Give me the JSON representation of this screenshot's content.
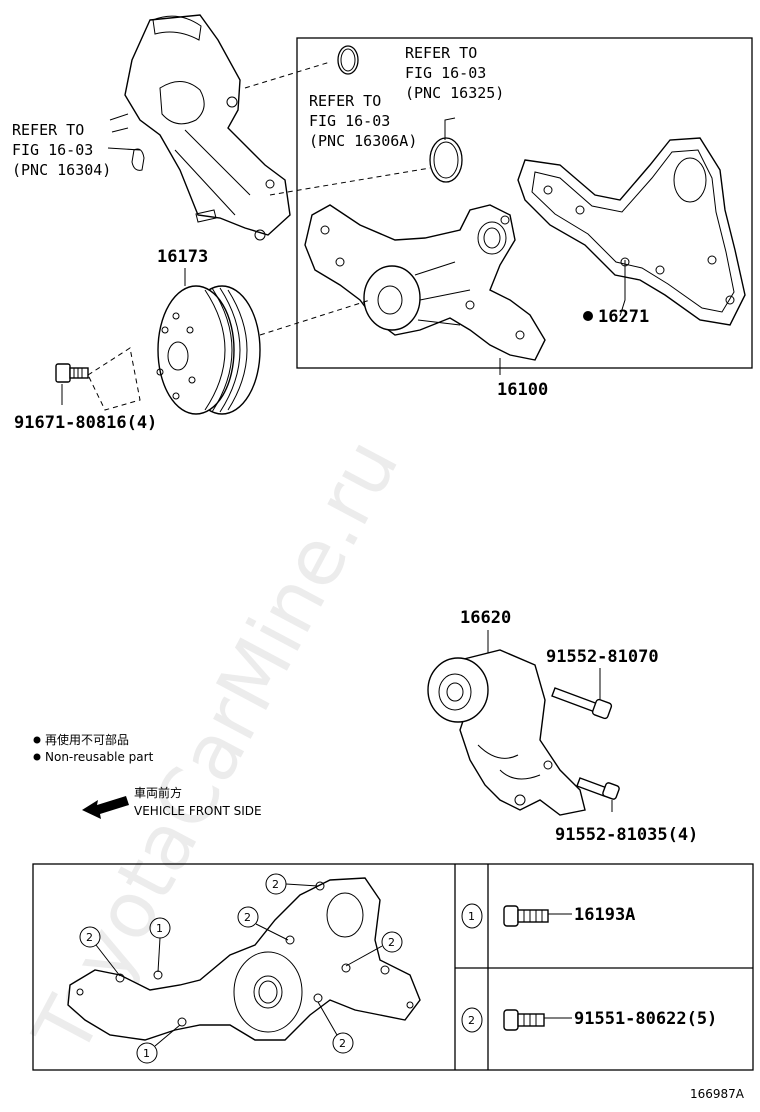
{
  "refer_1": [
    "REFER TO",
    "FIG 16-03",
    "(PNC 16304)"
  ],
  "refer_2": [
    "REFER TO",
    "FIG 16-03",
    "(PNC 16306A)"
  ],
  "refer_3": [
    "REFER TO",
    "FIG 16-03",
    "(PNC 16325)"
  ],
  "parts": {
    "pulley": "16173",
    "pulley_bolt": "91671-80816(4)",
    "pump_assy": "16100",
    "gasket": "16271",
    "tensioner": "16620",
    "tensioner_bolt_1": "91552-81070",
    "tensioner_bolt_2": "91552-81035(4)",
    "bolt_1": "16193A",
    "bolt_2": "91551-80622(5)"
  },
  "legend": {
    "jp": "再使用不可部品",
    "en": "Non-reusable part"
  },
  "front": {
    "jp": "車両前方",
    "en": "VEHICLE FRONT SIDE"
  },
  "callouts": {
    "one": "1",
    "two": "2"
  },
  "figure_id": "166987A",
  "watermark": "ToyotaCarMine.ru"
}
